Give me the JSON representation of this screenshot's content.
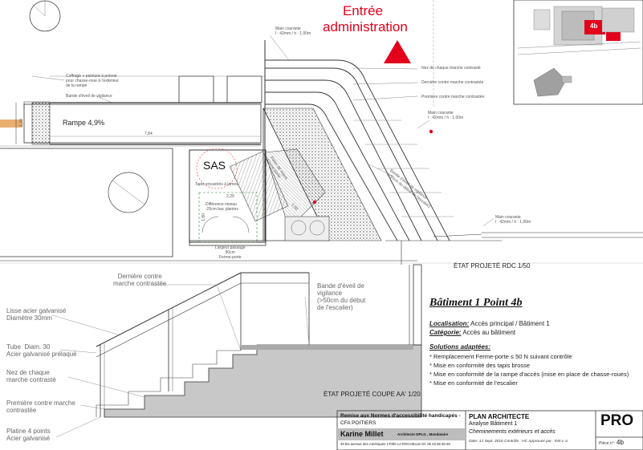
{
  "plan": {
    "entry_line1": "Entrée",
    "entry_line2": "administration",
    "sas": "SAS",
    "rampe": "Rampe 4,9%",
    "dim_784": "7,84",
    "dim_120": "1,20",
    "dim_220": "2,20",
    "dim_180": "1,80",
    "dim_150": "1,50",
    "ann_coffrage": "Coffrage + peinture à prévoir\npour chasse-roue à l'extérieur\nde la rampe",
    "ann_bande_vigilance": "Bande d'éveil de vigilance",
    "ann_main_courante_top": "Main courante\nl : 42mm / h : 1,00m",
    "ann_nez_marche": "Nez de chaque marche contrasté",
    "ann_derniere_marche": "Dernière contre marche contrastée",
    "ann_premiere_marche": "Première contre marche contrastée",
    "ann_main_courante_mid": "Main courante\nl : 42mm / h : 1,00m",
    "ann_bande_diag": "Bande d'éveil de vigilance\n(>50cm du début de l'escalier)",
    "ann_main_courante_right": "Main courante\nl : 42mm / h : 1,00m",
    "ann_tapis": "Tapis encastrés à lames",
    "ann_difference": "Différence niveau\n-25cm bac plantes",
    "ann_largeur": "Largeur passage\n90cm\nFerme-porte",
    "ann_palier": "Palier de repos\nFerme-porte",
    "etat_rdc": "ÉTAT PROJETÉ RDC 1/50"
  },
  "section": {
    "derniere": "Dernière contre\nmarche contrastée",
    "lisse": "Lisse acier galvanisé\nDiamètre 30mm",
    "tube": "Tube  Diam. 30\nAcier galvanisé prélaqué",
    "nez": "Nez de chaque\nmarche contrasté",
    "premiere": "Première contre marche\ncontrastée",
    "platine": "Platine 4 points\nAcier galvanisé",
    "bande": "Bande d'éveil de\nvigilance\n(>50cm du début\nde l'escalier)",
    "etat_coupe": "ÉTAT PROJETÉ COUPE AA' 1/20"
  },
  "info": {
    "title": "Bâtiment 1 Point 4b",
    "localisation_label": "Localisation:",
    "localisation_value": " Accès principal / Bâtiment 1",
    "categorie_label": "Catégorie:",
    "categorie_value": " Accès au bâtiment",
    "solutions_label": "Solutions adaptées:",
    "solutions": [
      "* Remplacement Ferme-porte ≤ 50 N suivant contrôle",
      "* Mise en conformité des tapis brosse",
      "* Mise en conformité de la rampe d'accès (mise en place de chasse-roues)",
      "* Mise en conformité de l'escalier"
    ]
  },
  "minimap": {
    "label": "4b"
  },
  "cartouche": {
    "project_line1": "Remise aux Normes d'accessibilité handicapés -",
    "project_line2": "CFA POITIERS",
    "architect": "Karine Millet",
    "architect_title": "Architecte DPLG , Mandataire",
    "address": "49 bis avenue des Amériques 17000 LA ROCHELLE tél. 05 46 56 50 50",
    "plan_title": "PLAN ARCHITECTE",
    "analyse": "Analyse Bâtiment 1",
    "cheminements": "Cheminements extérieurs et accès",
    "date": "Date: 12 Sept. 2016   Contrôle : HC    Approuvé par : KM    v. a",
    "pro": "PRO",
    "piece_label": "Pièce n°:",
    "piece_value": "4b"
  },
  "colors": {
    "accent": "#e3001b",
    "hatch": "#555555",
    "section_fill": "#c8c8c8",
    "gray_band": "#aaaaaa"
  }
}
